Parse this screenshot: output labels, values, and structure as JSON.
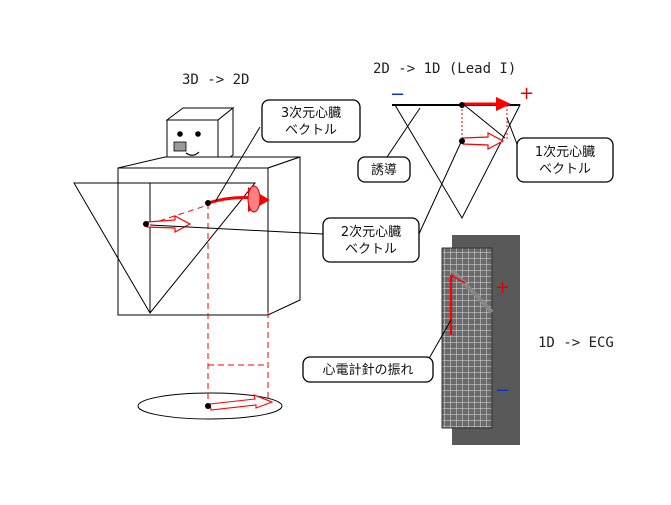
{
  "titles": {
    "step_3d_2d": "3D -> 2D",
    "step_2d_1d": "2D -> 1D (Lead I)",
    "step_1d_ecg": "1D -> ECG"
  },
  "labels": {
    "vector_3d": [
      "3次元心臓",
      "ベクトル"
    ],
    "vector_2d": [
      "2次元心臓",
      "ベクトル"
    ],
    "vector_1d": [
      "1次元心臓",
      "ベクトル"
    ],
    "lead": "誘導",
    "needle_deflection": "心電計針の振れ"
  },
  "signs": {
    "lead_negative": "−",
    "lead_positive": "+",
    "ecg_positive": "+",
    "ecg_negative": "−"
  },
  "colors": {
    "vector_red": "#ff0000",
    "ecg_background": "#595959",
    "ecg_grid": "#d8d8d8",
    "negative_blue": "#1030c0"
  }
}
